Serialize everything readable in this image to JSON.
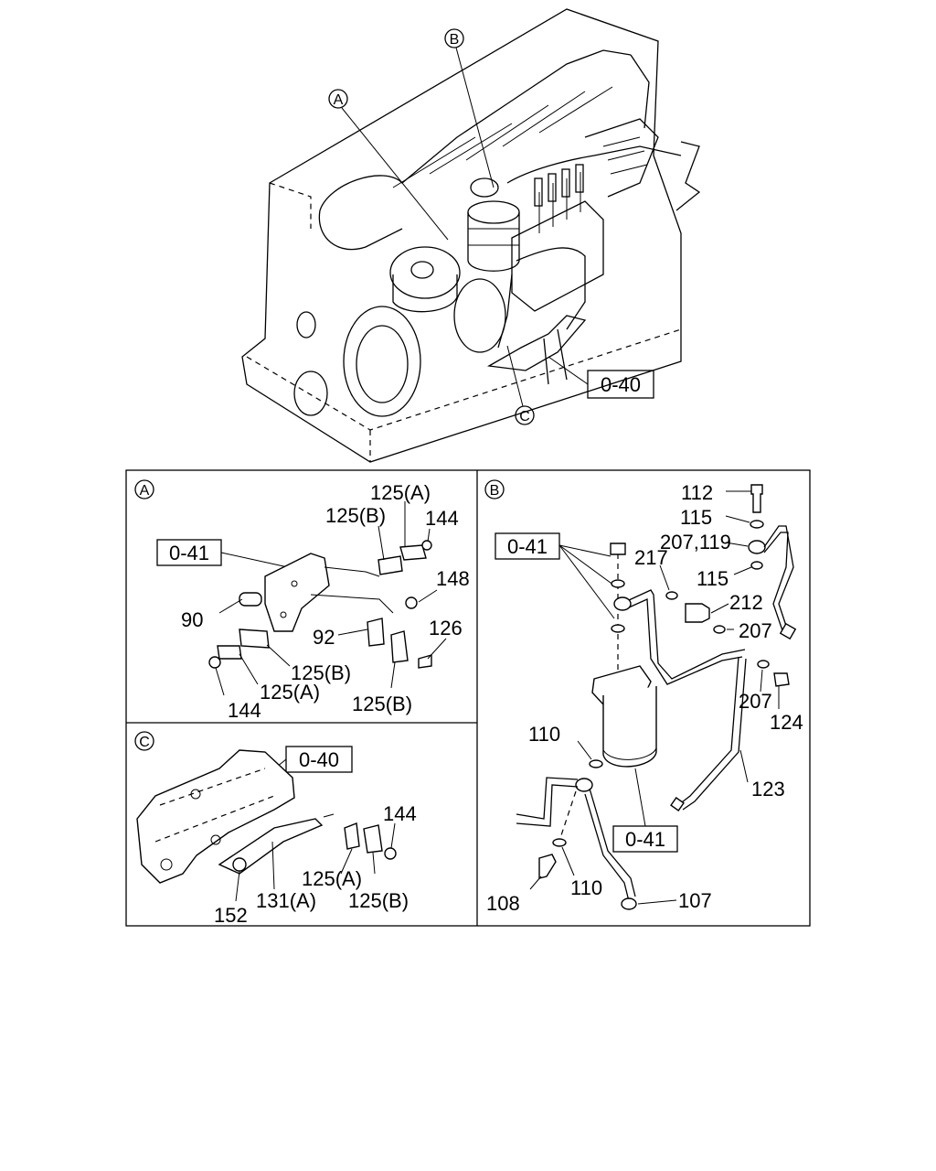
{
  "main_view": {
    "callouts": {
      "a": "A",
      "b": "B",
      "c": "C"
    },
    "ref_box": "0-40"
  },
  "panel_a": {
    "header": "A",
    "ref_box": "0-41",
    "labels": {
      "p125a_top": "125(A)",
      "p125b_top": "125(B)",
      "p144_top": "144",
      "p148": "148",
      "p90": "90",
      "p126": "126",
      "p92": "92",
      "p125b_mid": "125(B)",
      "p125a_mid": "125(A)",
      "p144_bot": "144",
      "p125b_bot": "125(B)"
    }
  },
  "panel_b": {
    "header": "B",
    "ref_box_top": "0-41",
    "ref_box_bot": "0-41",
    "labels": {
      "p112": "112",
      "p115_top": "115",
      "p207_119": "207,119",
      "p217": "217",
      "p115_mid": "115",
      "p212": "212",
      "p207_right": "207",
      "p207_low": "207",
      "p124": "124",
      "p110_top": "110",
      "p123": "123",
      "p108": "108",
      "p110_bot": "110",
      "p107": "107"
    }
  },
  "panel_c": {
    "header": "C",
    "ref_box": "0-40",
    "labels": {
      "p144": "144",
      "p125a": "125(A)",
      "p125b": "125(B)",
      "p152": "152",
      "p131a": "131(A)"
    }
  }
}
